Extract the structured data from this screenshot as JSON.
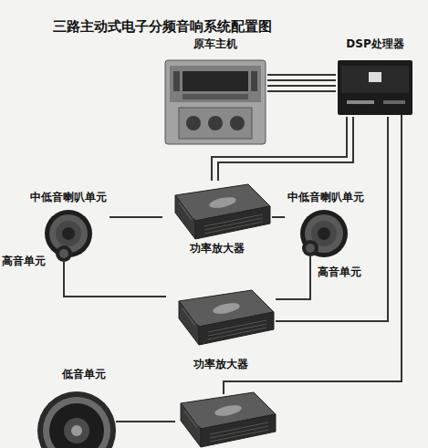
{
  "diagram": {
    "title": "三路主动式电子分频音响系统配置图",
    "nodes": [
      {
        "text": [
          "原车主机"
        ]
      },
      {
        "text": [
          "DSP处理器"
        ]
      },
      {
        "text": [
          "中低音喇叭单元"
        ]
      },
      {
        "text": [
          "中低音喇叭单元"
        ]
      },
      {
        "text": [
          "功率放大器"
        ]
      },
      {
        "text": [
          "高音单元"
        ]
      },
      {
        "text": [
          "高音单元"
        ]
      },
      {
        "text": [
          "功率放大器"
        ]
      },
      {
        "text": [
          "低音单元"
        ]
      }
    ],
    "edges": [
      {
        "from": 0,
        "to": 1,
        "arrow": "none"
      },
      {
        "from": 1,
        "to": 4,
        "arrow": "none"
      },
      {
        "from": 4,
        "to": 2,
        "arrow": "none"
      },
      {
        "from": 4,
        "to": 3,
        "arrow": "none"
      },
      {
        "from": 7,
        "to": 5,
        "arrow": "none"
      },
      {
        "from": 7,
        "to": 6,
        "arrow": "none"
      },
      {
        "from": 1,
        "to": 7,
        "arrow": "none"
      }
    ]
  }
}
